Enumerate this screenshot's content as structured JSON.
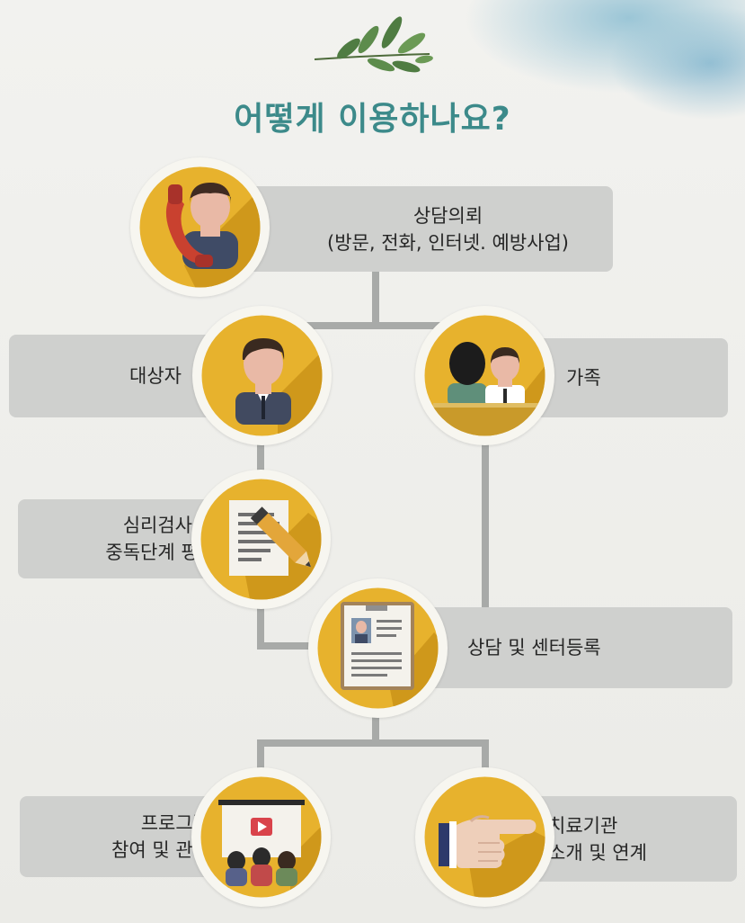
{
  "title": "어떻게 이용하나요?",
  "nodes": {
    "consult_request": {
      "line1": "상담의뢰",
      "line2": "(방문, 전화, 인터넷. 예방사업)"
    },
    "client": {
      "label": "대상자"
    },
    "family": {
      "label": "가족"
    },
    "assessment": {
      "line1": "심리검사 및",
      "line2": "중독단계 평가"
    },
    "registration": {
      "label": "상담 및 센터등록"
    },
    "program": {
      "line1": "프로그램",
      "line2": "참여 및 관리"
    },
    "referral": {
      "line1": "치료기관",
      "line2": "소개 및 연계"
    }
  },
  "colors": {
    "title": "#3c8a8a",
    "circle": "#e7b22d",
    "circle_shadow": "#cf981b",
    "box": "#cfd0ce",
    "connector": "#a8aaa8"
  },
  "icons": [
    "olive-branch-icon",
    "phone-person-icon",
    "person-icon",
    "family-icon",
    "document-pencil-icon",
    "profile-card-icon",
    "presentation-audience-icon",
    "pointing-hand-icon"
  ]
}
